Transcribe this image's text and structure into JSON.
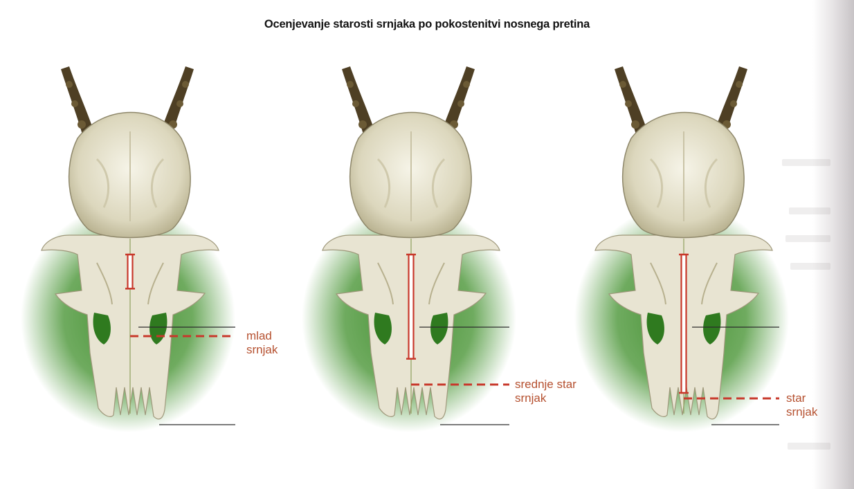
{
  "title": "Ocenjevanje starosti srnjaka po pokostenitvi nosnega pretina",
  "colors": {
    "marker": "#c8382b",
    "label": "#b5502f",
    "guide_line": "#2b2b2b",
    "halo": "#3b8a28",
    "bone": "#e8e4d2",
    "antler": "#4e3f24"
  },
  "panels": [
    {
      "label_line1": "mlad",
      "label_line2": "srnjak",
      "ossification_fraction": 0.18
    },
    {
      "label_line1": "srednje star",
      "label_line2": "srnjak",
      "ossification_fraction": 0.55
    },
    {
      "label_line1": "star",
      "label_line2": "srnjak",
      "ossification_fraction": 0.73
    }
  ]
}
